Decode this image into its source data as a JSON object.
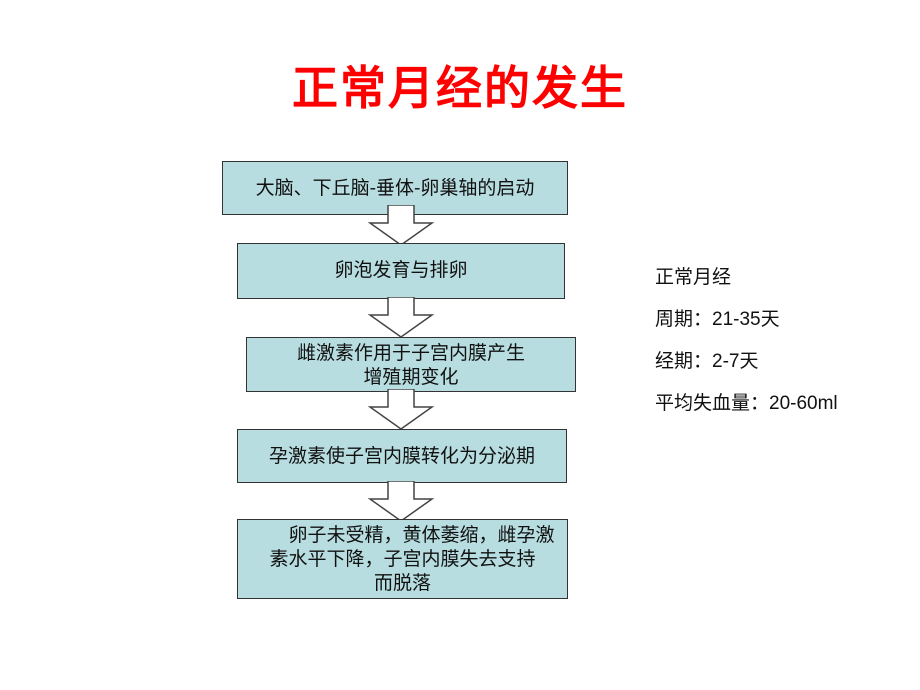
{
  "title": "正常月经的发生",
  "flow": {
    "steps": [
      "大脑、下丘脑-垂体-卵巢轴的启动",
      "卵泡发育与排卵",
      "雌激素作用于子宫内膜产生",
      "增殖期变化",
      "孕激素使子宫内膜转化为分泌期",
      "卵子未受精，黄体萎缩，雌孕激",
      "素水平下降，子宫内膜失去支持",
      "而脱落"
    ]
  },
  "info": {
    "heading": "正常月经",
    "cycle": "周期：21-35天",
    "duration": "经期：2-7天",
    "blood_loss": "平均失血量：20-60ml"
  },
  "colors": {
    "title": "#ff0000",
    "box_fill": "#b7dde0",
    "box_border": "#333333"
  }
}
